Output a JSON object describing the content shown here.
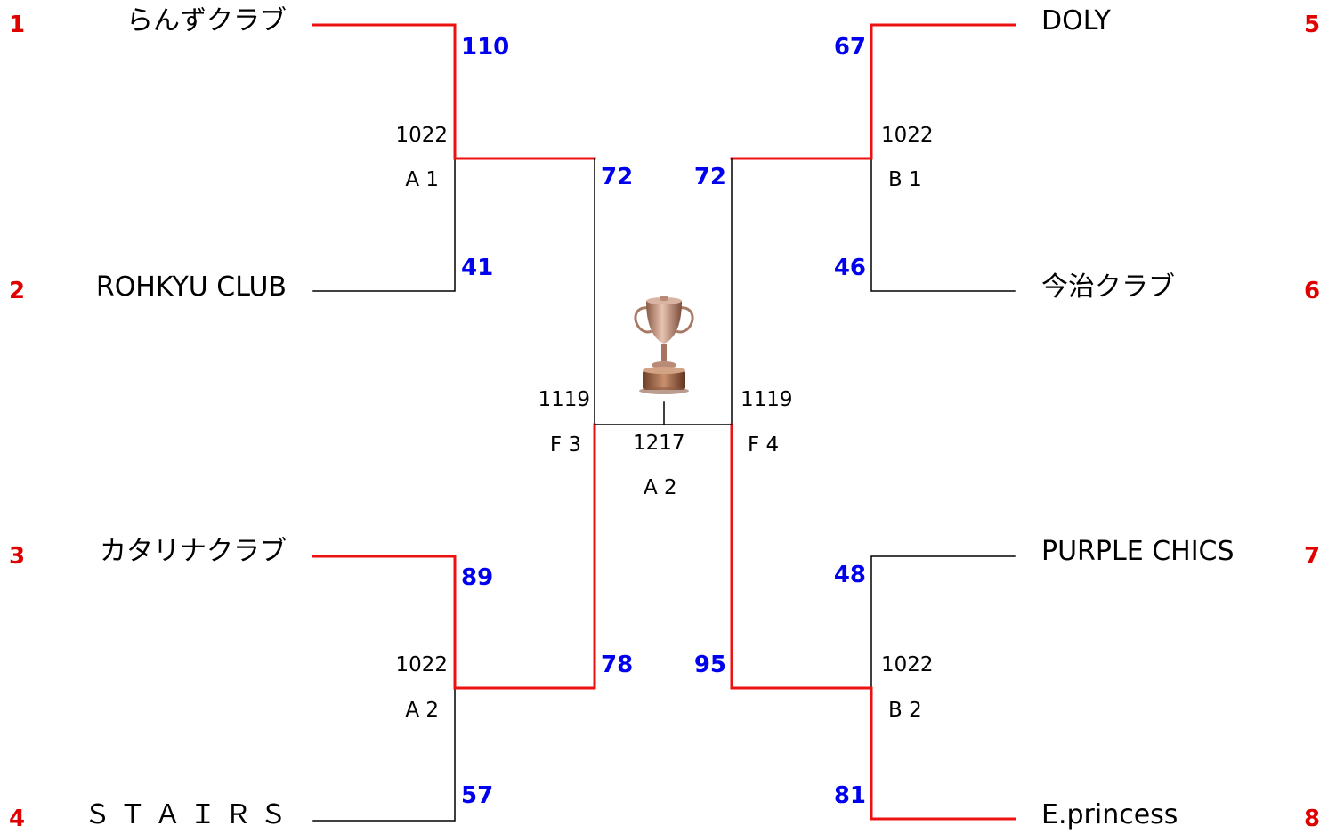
{
  "colors": {
    "seed": "#e00000",
    "score": "#0000ee",
    "winner_line": "#ee1111",
    "line": "#000000"
  },
  "teams": [
    {
      "seed": "1",
      "name": "らんずクラブ"
    },
    {
      "seed": "2",
      "name": "ROHKYU CLUB"
    },
    {
      "seed": "3",
      "name": "カタリナクラブ"
    },
    {
      "seed": "4",
      "name": "Ｓ Ｔ Ａ Ｉ Ｒ Ｓ"
    },
    {
      "seed": "5",
      "name": "DOLY"
    },
    {
      "seed": "6",
      "name": "今治クラブ"
    },
    {
      "seed": "7",
      "name": "PURPLE CHICS"
    },
    {
      "seed": "8",
      "name": "E.princess"
    }
  ],
  "matches": {
    "A1": {
      "date": "1022",
      "label": "A 1",
      "top_score": "110",
      "bottom_score": "41"
    },
    "A2": {
      "date": "1022",
      "label": "A 2",
      "top_score": "89",
      "bottom_score": "57"
    },
    "B1": {
      "date": "1022",
      "label": "B 1",
      "top_score": "67",
      "bottom_score": "46"
    },
    "B2": {
      "date": "1022",
      "label": "B 2",
      "top_score": "48",
      "bottom_score": "81"
    },
    "F3": {
      "date": "1119",
      "label": "F 3",
      "top_score": "72",
      "bottom_score": "78"
    },
    "F4": {
      "date": "1119",
      "label": "F 4",
      "top_score": "72",
      "bottom_score": "95"
    },
    "final": {
      "date": "1217",
      "label": "A 2"
    }
  },
  "trophy_icon": "trophy-icon"
}
